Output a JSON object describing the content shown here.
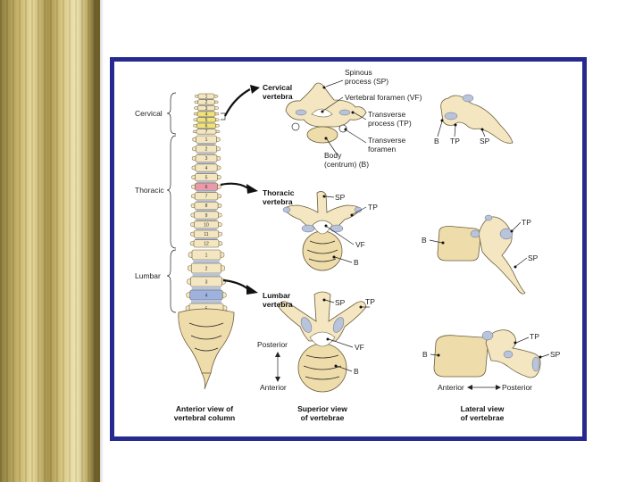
{
  "labels": {
    "cervical_region": "Cervical",
    "thoracic_region": "Thoracic",
    "lumbar_region": "Lumbar",
    "cervical_vertebra": [
      "Cervical",
      "vertebra"
    ],
    "thoracic_vertebra": [
      "Thoracic",
      "vertebra"
    ],
    "lumbar_vertebra": [
      "Lumbar",
      "vertebra"
    ],
    "spinous_process": [
      "Spinous",
      "process (SP)"
    ],
    "vertebral_foramen": "Vertebral foramen (VF)",
    "transverse_process": [
      "Transverse",
      "process (TP)"
    ],
    "transverse_foramen": [
      "Transverse",
      "foramen"
    ],
    "body_centrum": [
      "Body",
      "(centrum) (B)"
    ],
    "sp": "SP",
    "tp": "TP",
    "vf": "VF",
    "b": "B",
    "posterior": "Posterior",
    "anterior": "Anterior",
    "anterior_arrow": "Anterior",
    "posterior_arrow": "Posterior",
    "caption_column": [
      "Anterior view of",
      "vertebral column"
    ],
    "caption_superior": [
      "Superior view",
      "of vertebrae"
    ],
    "caption_lateral": [
      "Lateral view",
      "of vertebrae"
    ]
  },
  "column_numbers": {
    "cervical": [
      "1",
      "2",
      "3",
      "4",
      "5",
      "6",
      "7"
    ],
    "thoracic": [
      "1",
      "2",
      "3",
      "4",
      "5",
      "6",
      "7",
      "8",
      "9",
      "10",
      "11",
      "12"
    ],
    "lumbar": [
      "1",
      "2",
      "3",
      "4",
      "5"
    ]
  },
  "colors": {
    "frame": "#262a8e",
    "bone": "#f3e6c0",
    "disc": "#b8c4dc",
    "cervical_highlight": "#f0e27a",
    "thoracic_highlight": "#e89aa8",
    "lumbar_highlight": "#9fb2dd"
  }
}
